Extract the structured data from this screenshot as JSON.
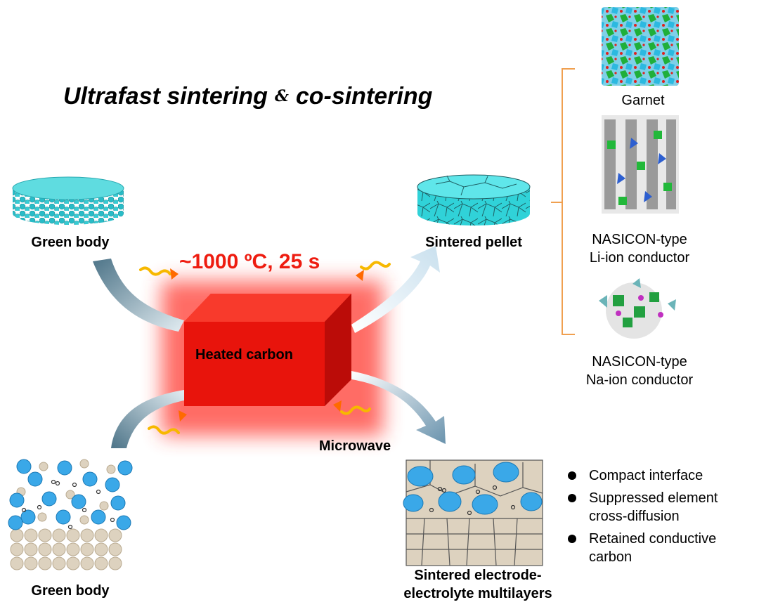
{
  "title": {
    "main": "Ultrafast sintering",
    "amp": "&",
    "second": "co-sintering"
  },
  "process": {
    "temperature": "~1000 ºC, 25 s",
    "heater": "Heated carbon",
    "microwave": "Microwave"
  },
  "left": {
    "top_label": "Green body",
    "bottom_label": "Green body"
  },
  "right": {
    "pellet_label": "Sintered pellet",
    "multilayer_label_1": "Sintered electrode-",
    "multilayer_label_2": "electrolyte multilayers"
  },
  "materials": [
    {
      "line1": "Garnet",
      "line2": ""
    },
    {
      "line1": "NASICON-type",
      "line2": "Li-ion conductor"
    },
    {
      "line1": "NASICON-type",
      "line2": "Na-ion conductor"
    }
  ],
  "features": [
    "Compact interface",
    "Suppressed element cross-diffusion",
    "Retained conductive carbon"
  ],
  "colors": {
    "heat": "#ee1c10",
    "bracket": "#f0a050",
    "pellet": "#33cccc",
    "particle_blue": "#3aa8e8",
    "particle_tan": "#ddd2bf"
  }
}
